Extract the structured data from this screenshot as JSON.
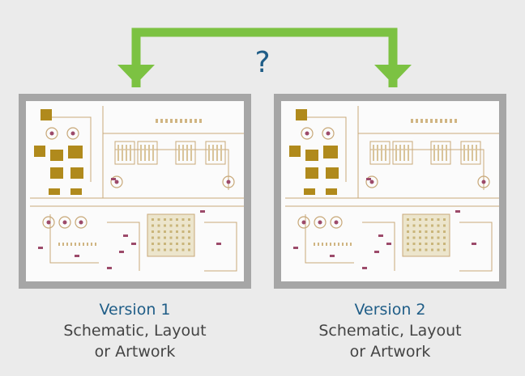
{
  "question_mark": "?",
  "colors": {
    "background": "#ebebeb",
    "arrow": "#7cc242",
    "accent_text": "#1f5d87",
    "frame": "#a6a6a6",
    "pcb_trace": "#c8a878",
    "pcb_pad": "#b08a1c"
  },
  "versions": [
    {
      "title": "Version 1",
      "line1": "Schematic, Layout",
      "line2": "or Artwork"
    },
    {
      "title": "Version 2",
      "line1": "Schematic, Layout",
      "line2": "or Artwork"
    }
  ],
  "icons": {
    "connector": "bidirectional-compare-arrow"
  }
}
